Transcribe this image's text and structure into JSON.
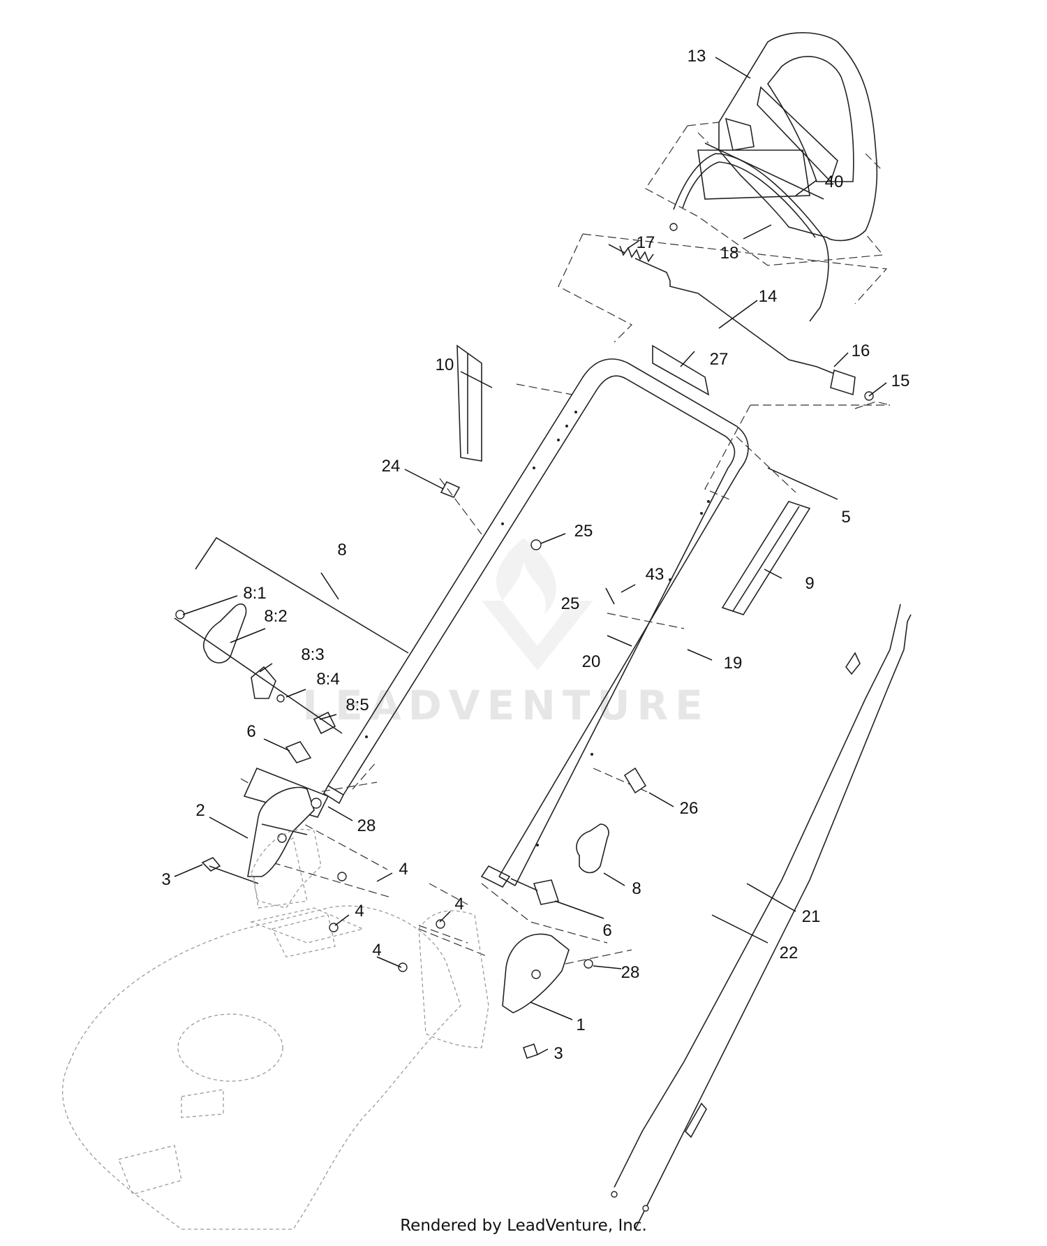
{
  "watermark": "LEADVENTURE",
  "footer": "Rendered by LeadVenture, Inc.",
  "callouts": [
    {
      "id": "13",
      "label": "13"
    },
    {
      "id": "40",
      "label": "40"
    },
    {
      "id": "18",
      "label": "18"
    },
    {
      "id": "17",
      "label": "17"
    },
    {
      "id": "14",
      "label": "14"
    },
    {
      "id": "16",
      "label": "16"
    },
    {
      "id": "15",
      "label": "15"
    },
    {
      "id": "27",
      "label": "27"
    },
    {
      "id": "10",
      "label": "10"
    },
    {
      "id": "24",
      "label": "24"
    },
    {
      "id": "5",
      "label": "5"
    },
    {
      "id": "25a",
      "label": "25"
    },
    {
      "id": "8a",
      "label": "8"
    },
    {
      "id": "43",
      "label": "43"
    },
    {
      "id": "9",
      "label": "9"
    },
    {
      "id": "8-1",
      "label": "8:1"
    },
    {
      "id": "8-2",
      "label": "8:2"
    },
    {
      "id": "25b",
      "label": "25"
    },
    {
      "id": "20",
      "label": "20"
    },
    {
      "id": "19",
      "label": "19"
    },
    {
      "id": "8-3",
      "label": "8:3"
    },
    {
      "id": "8-4",
      "label": "8:4"
    },
    {
      "id": "8-5",
      "label": "8:5"
    },
    {
      "id": "6a",
      "label": "6"
    },
    {
      "id": "26",
      "label": "26"
    },
    {
      "id": "2",
      "label": "2"
    },
    {
      "id": "28a",
      "label": "28"
    },
    {
      "id": "3a",
      "label": "3"
    },
    {
      "id": "4a",
      "label": "4"
    },
    {
      "id": "8b",
      "label": "8"
    },
    {
      "id": "4b",
      "label": "4"
    },
    {
      "id": "4c",
      "label": "4"
    },
    {
      "id": "6b",
      "label": "6"
    },
    {
      "id": "21",
      "label": "21"
    },
    {
      "id": "4d",
      "label": "4"
    },
    {
      "id": "28b",
      "label": "28"
    },
    {
      "id": "22",
      "label": "22"
    },
    {
      "id": "1",
      "label": "1"
    },
    {
      "id": "3b",
      "label": "3"
    }
  ]
}
